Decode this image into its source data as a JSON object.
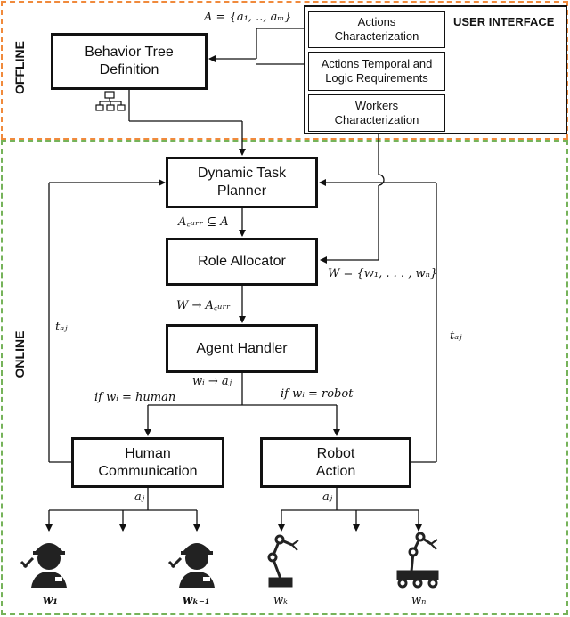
{
  "regions": {
    "offline_label": "OFFLINE",
    "online_label": "ONLINE",
    "offline_color": "#f08a3c",
    "online_color": "#76b35a"
  },
  "user_interface": {
    "title": "USER INTERFACE",
    "items": [
      {
        "label": "Actions\nCharacterization"
      },
      {
        "label": "Actions Temporal and\nLogic Requirements"
      },
      {
        "label": "Workers\nCharacterization"
      }
    ]
  },
  "boxes": {
    "behavior_tree": "Behavior Tree\nDefinition",
    "task_planner": "Dynamic Task\nPlanner",
    "role_allocator": "Role Allocator",
    "agent_handler": "Agent Handler",
    "human_comm": "Human\nCommunication",
    "robot_action": "Robot\nAction"
  },
  "labels": {
    "actions_set": "A = {a₁, .., aₘ}",
    "acurr_subset": "A꜀ᵤᵣᵣ ⊆ A",
    "workers_set": "W = {w₁, . . . , wₙ}",
    "w_to_acurr": "W → A꜀ᵤᵣᵣ",
    "wi_to_aj": "wᵢ → aⱼ",
    "if_human": "if wᵢ = human",
    "if_robot": "if wᵢ = robot",
    "t_aj_left": "tₐⱼ",
    "t_aj_right": "tₐⱼ",
    "aj_left": "aⱼ",
    "aj_right": "aⱼ",
    "w1": "w₁",
    "wk1": "wₖ₋₁",
    "wk": "wₖ",
    "wn": "wₙ"
  }
}
